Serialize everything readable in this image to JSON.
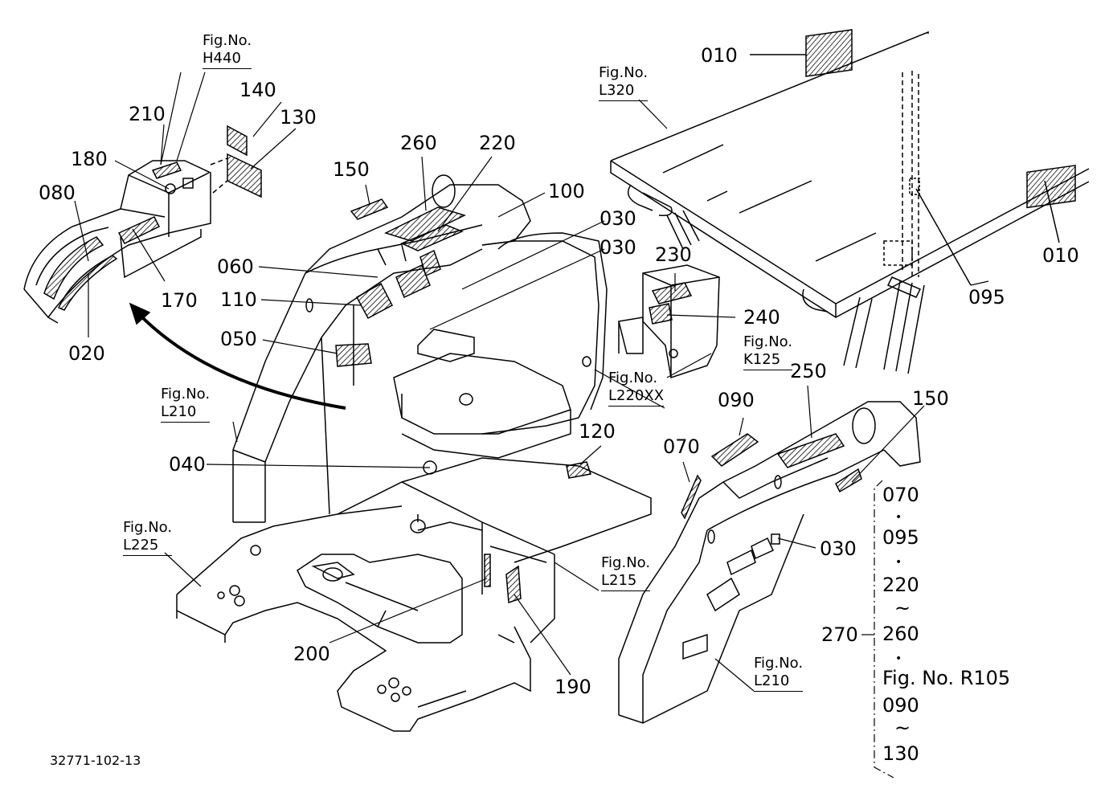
{
  "part_labels": {
    "l010a": "010",
    "l010b": "010",
    "l095": "095",
    "l140": "140",
    "l130": "130",
    "l210": "210",
    "l180": "180",
    "l080": "080",
    "l170": "170",
    "l020": "020",
    "l150a": "150",
    "l260": "260",
    "l220": "220",
    "l100": "100",
    "l030a": "030",
    "l030b": "030",
    "l060": "060",
    "l110": "110",
    "l050": "050",
    "l230": "230",
    "l240": "240",
    "l250": "250",
    "l150b": "150",
    "l090": "090",
    "l070": "070",
    "l120": "120",
    "l040": "040",
    "l030c": "030",
    "l200": "200",
    "l190": "190"
  },
  "figure_refs": {
    "h440": {
      "prefix": "Fig.No.",
      "ref": "H440"
    },
    "l320": {
      "prefix": "Fig.No.",
      "ref": "L320"
    },
    "k125": {
      "prefix": "Fig.No.",
      "ref": "K125"
    },
    "l220xx": {
      "prefix": "Fig.No.",
      "ref": "L220XX"
    },
    "l210a": {
      "prefix": "Fig.No.",
      "ref": "L210"
    },
    "l225": {
      "prefix": "Fig.No.",
      "ref": "L225"
    },
    "l215": {
      "prefix": "Fig.No.",
      "ref": "L215"
    },
    "l210b": {
      "prefix": "Fig.No.",
      "ref": "L210"
    }
  },
  "set_list": {
    "group_label": "270",
    "items": [
      "070",
      "•",
      "095",
      "•",
      "220",
      "~",
      "260",
      "•",
      "Fig. No. R105",
      "090",
      "~",
      "130"
    ]
  },
  "drawing_number": "32771-102-13"
}
